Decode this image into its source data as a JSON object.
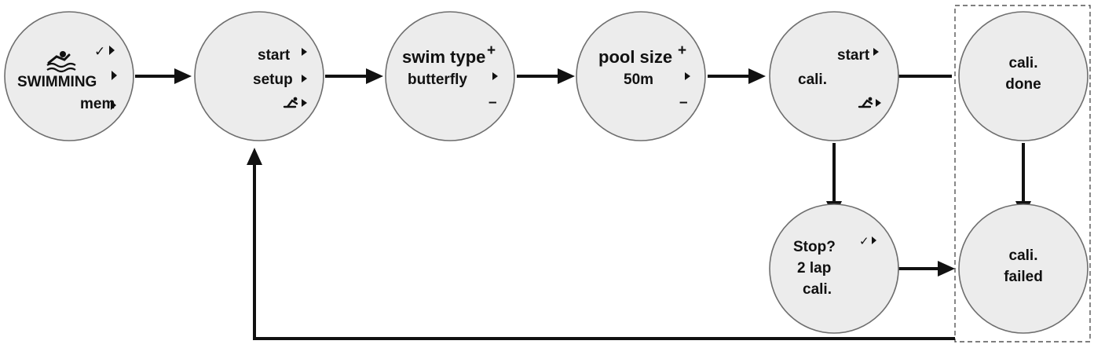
{
  "screens": {
    "swimming": {
      "mode": "SWIMMING",
      "confirm_symbol": "✓",
      "mem": "mem",
      "icon": "swimmer-icon"
    },
    "menu": {
      "start": "start",
      "setup": "setup",
      "back_icon": "back-swimmer-icon"
    },
    "swim_type": {
      "title": "swim type",
      "value": "butterfly",
      "plus": "+",
      "minus": "–"
    },
    "pool_size": {
      "title": "pool size",
      "value": "50m",
      "plus": "+",
      "minus": "–"
    },
    "start_cali": {
      "start": "start",
      "line2": "cali.",
      "back_icon": "back-swimmer-icon"
    },
    "cali_done": {
      "line1": "cali.",
      "line2": "done"
    },
    "stop": {
      "line1": "Stop?",
      "line2": "2 lap",
      "line3": "cali.",
      "confirm_symbol": "✓"
    },
    "cali_failed": {
      "line1": "cali.",
      "line2": "failed"
    }
  },
  "colors": {
    "screen_fill": "#ececec",
    "outline": "#6e6e6e",
    "arrow": "#111111",
    "group_border": "#555555"
  }
}
